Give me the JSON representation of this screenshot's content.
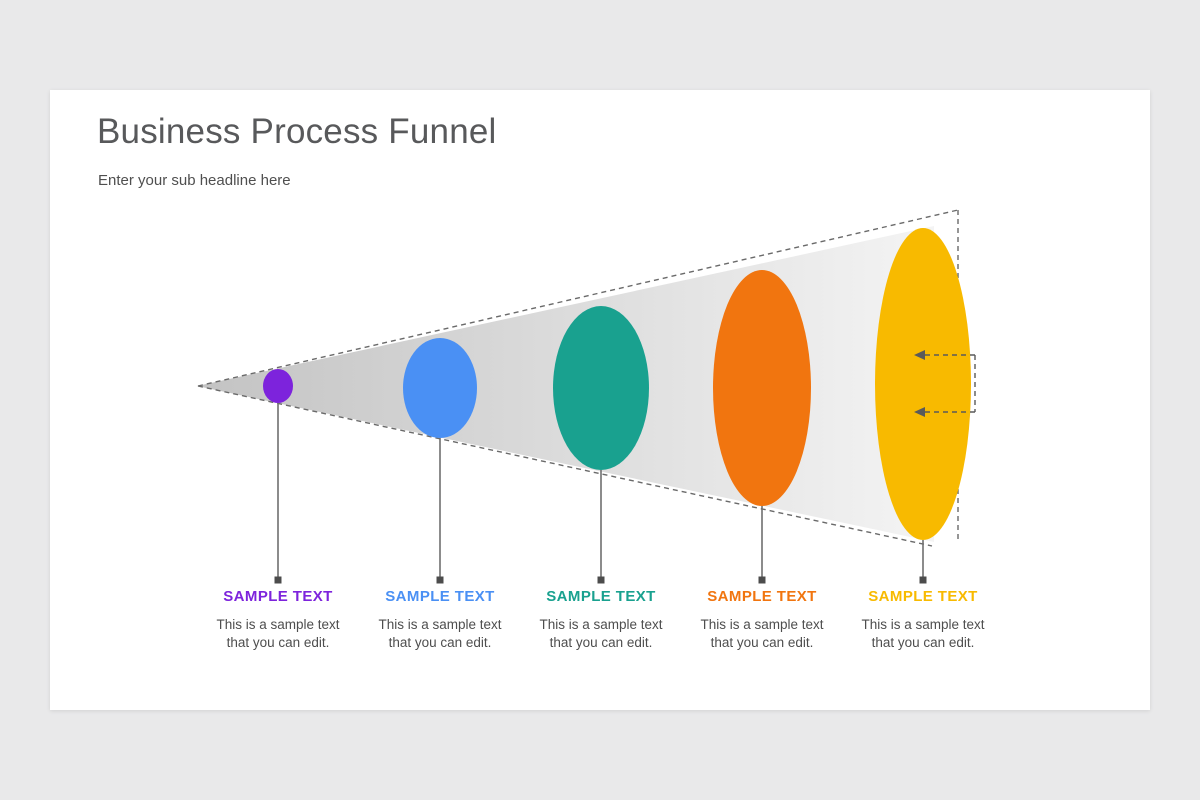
{
  "slide": {
    "title": "Business Process Funnel",
    "subtitle": "Enter your sub headline here"
  },
  "funnel": {
    "cone_gradient_from": "#c3c3c3",
    "cone_gradient_to": "#f4f4f4",
    "outline_color": "#6a6a6a",
    "stages": [
      {
        "label": "SAMPLE TEXT",
        "description": "This is a sample text that you can edit.",
        "color": "#7D23DC"
      },
      {
        "label": "SAMPLE TEXT",
        "description": "This is a sample text that you can edit.",
        "color": "#4A90F4"
      },
      {
        "label": "SAMPLE TEXT",
        "description": "This is a sample text that you can edit.",
        "color": "#19A18F"
      },
      {
        "label": "SAMPLE TEXT",
        "description": "This is a sample text that you can edit.",
        "color": "#F1750F"
      },
      {
        "label": "SAMPLE TEXT",
        "description": "This is a sample text that you can edit.",
        "color": "#F8BA00"
      }
    ]
  }
}
